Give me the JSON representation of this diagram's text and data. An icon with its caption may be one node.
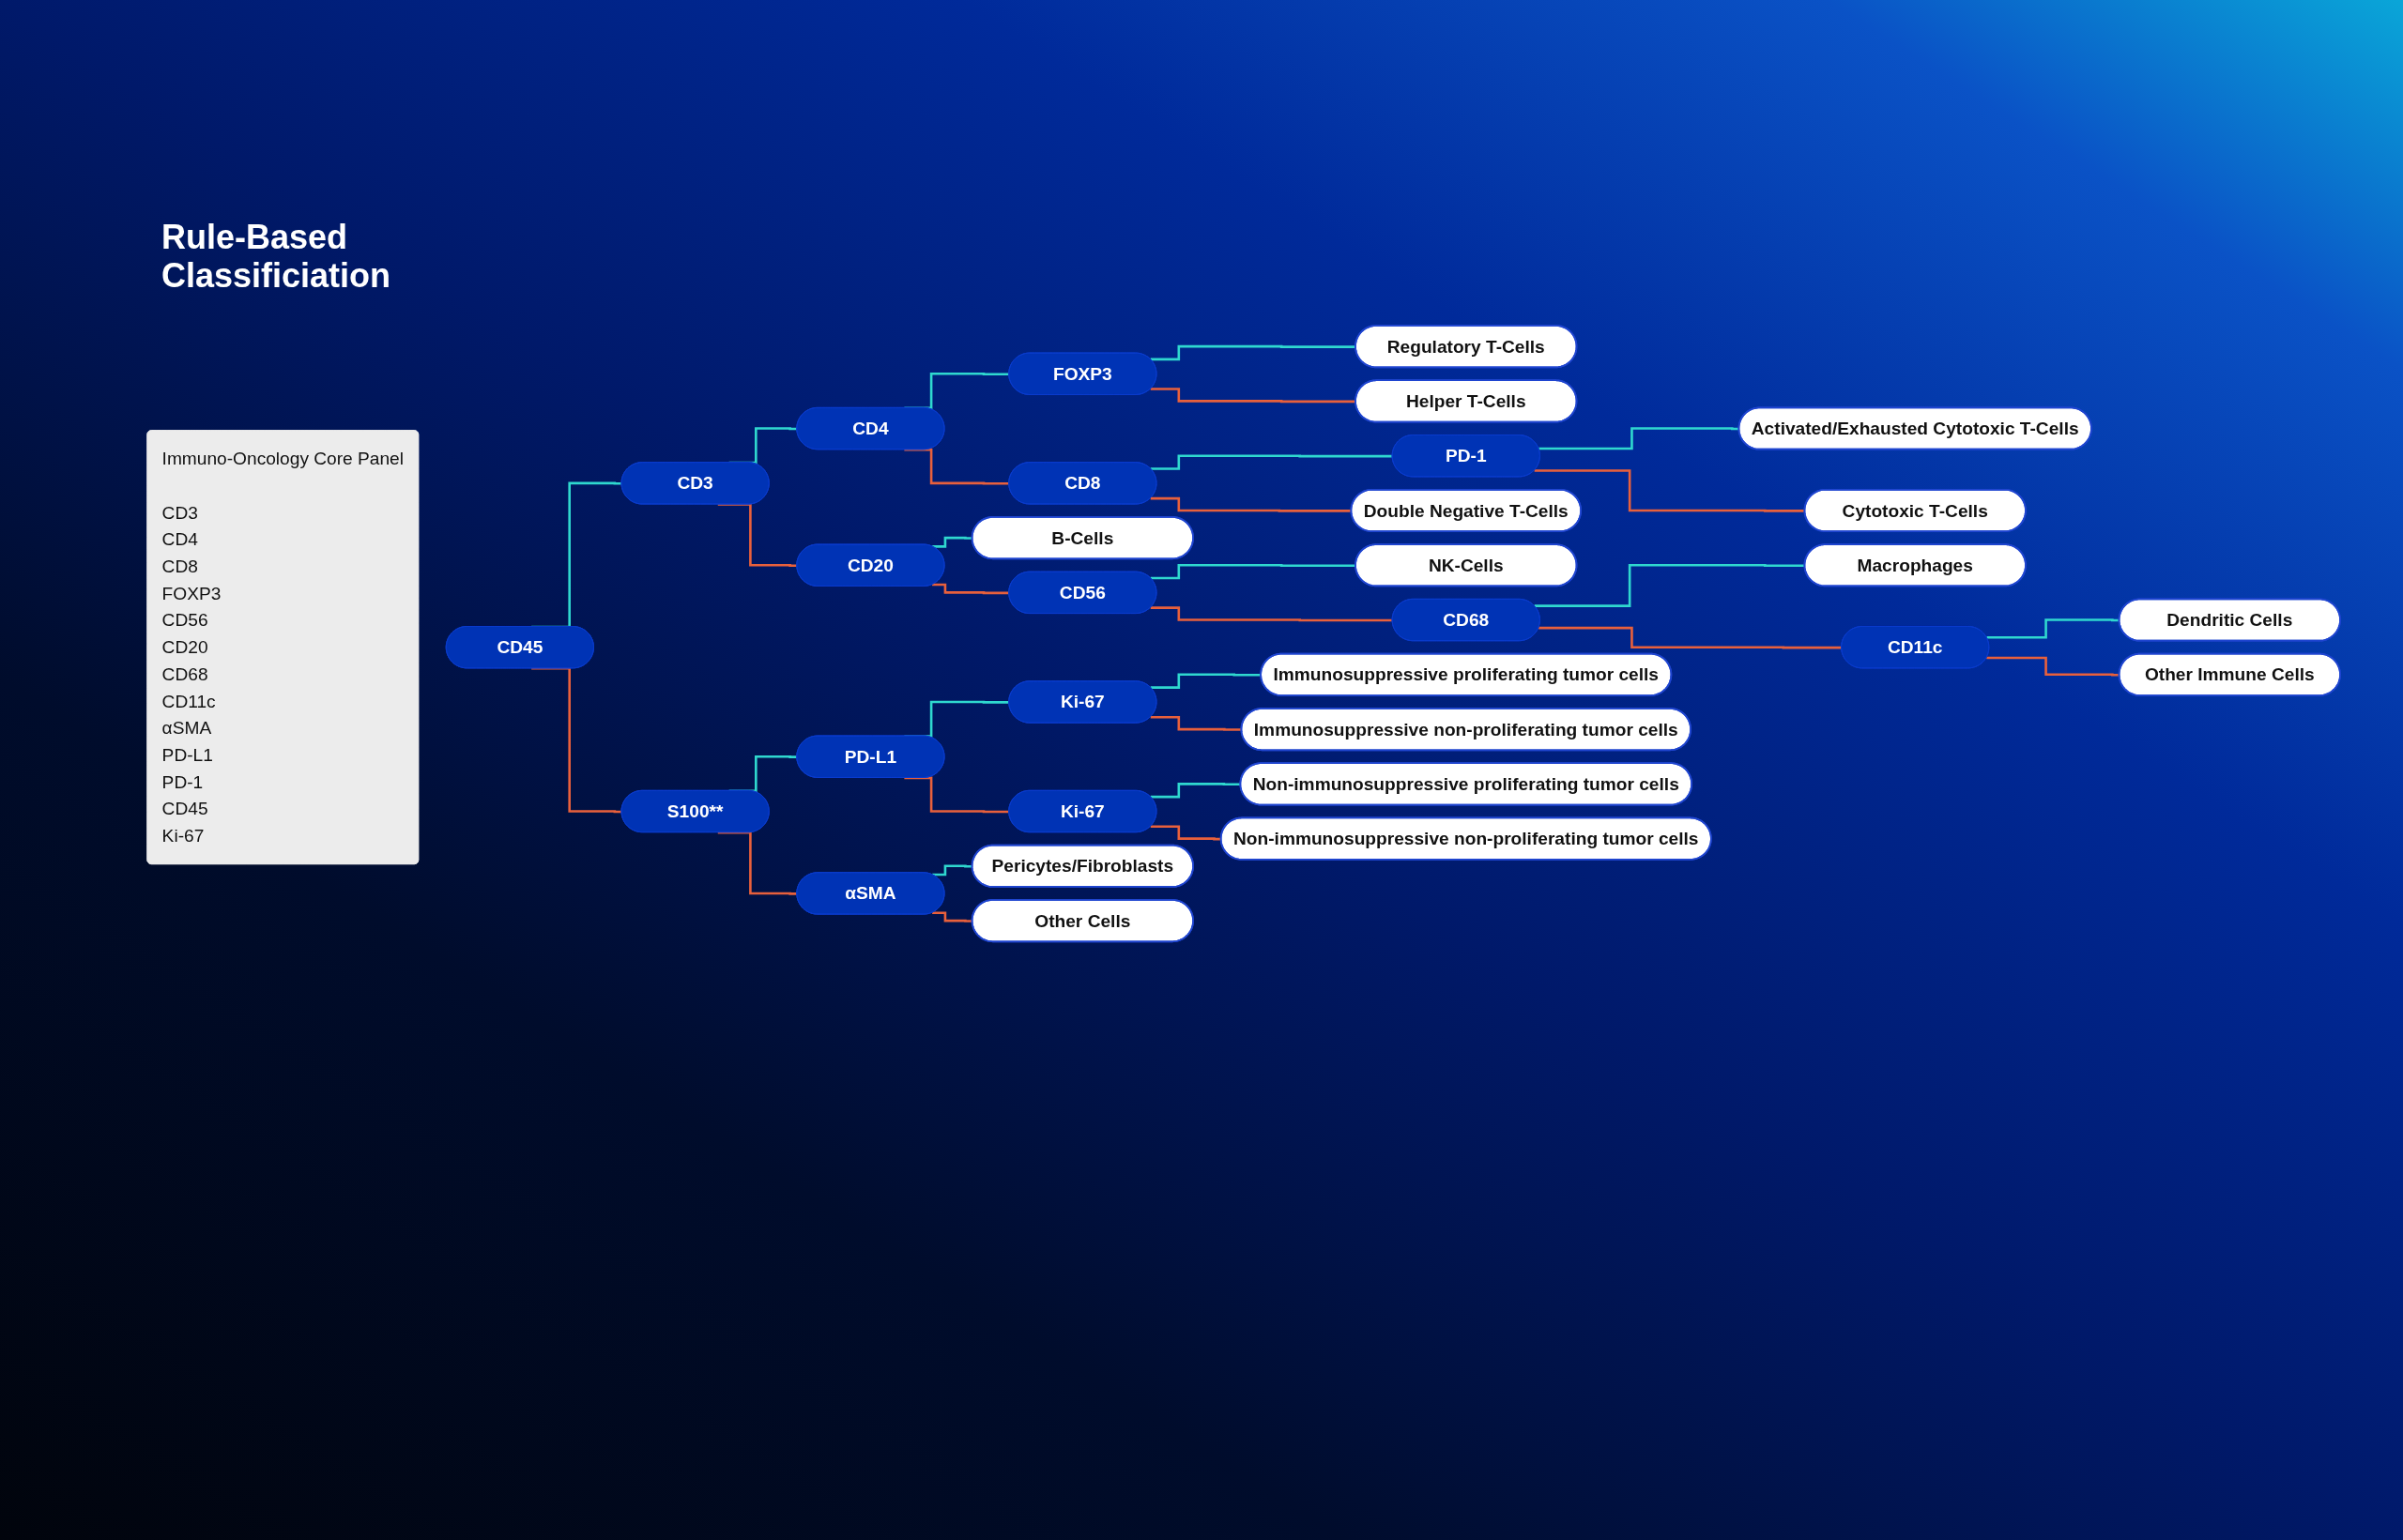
{
  "diagram": {
    "title": "Rule-Based Classificiation",
    "nodes": [
      {
        "text": [
          "Immuno-Oncology Core Panel",
          "CD3",
          "CD4",
          "CD8",
          "FOXP3",
          "CD56",
          "CD20",
          "CD68",
          "CD11c",
          "αSMA",
          "PD-L1",
          "PD-1",
          "CD45",
          "Ki-67"
        ]
      },
      {
        "text": [
          "CD45"
        ]
      },
      {
        "text": [
          "CD3"
        ]
      },
      {
        "text": [
          "CD4"
        ]
      },
      {
        "text": [
          "FOXP3"
        ]
      },
      {
        "text": [
          "Regulatory T-Cells"
        ]
      },
      {
        "text": [
          "Helper T-Cells"
        ]
      },
      {
        "text": [
          "CD8"
        ]
      },
      {
        "text": [
          "PD-1"
        ]
      },
      {
        "text": [
          "Activated/Exhausted Cytotoxic T-Cells"
        ]
      },
      {
        "text": [
          "Cytotoxic T-Cells"
        ]
      },
      {
        "text": [
          "Double Negative T-Cells"
        ]
      },
      {
        "text": [
          "CD20"
        ]
      },
      {
        "text": [
          "B-Cells"
        ]
      },
      {
        "text": [
          "CD56"
        ]
      },
      {
        "text": [
          "NK-Cells"
        ]
      },
      {
        "text": [
          "CD68"
        ]
      },
      {
        "text": [
          "Macrophages"
        ]
      },
      {
        "text": [
          "CD11c"
        ]
      },
      {
        "text": [
          "Dendritic Cells"
        ]
      },
      {
        "text": [
          "Other Immune Cells"
        ]
      },
      {
        "text": [
          "S100**"
        ]
      },
      {
        "text": [
          "PD-L1"
        ]
      },
      {
        "text": [
          "Ki-67"
        ]
      },
      {
        "text": [
          "Immunosuppressive proliferating tumor cells"
        ]
      },
      {
        "text": [
          "Immunosuppressive non-proliferating tumor cells"
        ]
      },
      {
        "text": [
          "Ki-67"
        ]
      },
      {
        "text": [
          "Non-immunosuppressive proliferating tumor cells"
        ]
      },
      {
        "text": [
          "Non-immunosuppressive non-proliferating tumor cells"
        ]
      },
      {
        "text": [
          "αSMA"
        ]
      },
      {
        "text": [
          "Pericytes/Fibroblasts"
        ]
      },
      {
        "text": [
          "Other Cells"
        ]
      }
    ],
    "edges": [
      {
        "from": 1,
        "to": 2,
        "arrow": "none",
        "color": "#2fd8cf"
      },
      {
        "from": 1,
        "to": 21,
        "arrow": "none",
        "color": "#e8603c"
      },
      {
        "from": 2,
        "to": 3,
        "arrow": "none",
        "color": "#2fd8cf"
      },
      {
        "from": 2,
        "to": 12,
        "arrow": "none",
        "color": "#e8603c"
      },
      {
        "from": 3,
        "to": 4,
        "arrow": "none",
        "color": "#2fd8cf"
      },
      {
        "from": 3,
        "to": 7,
        "arrow": "none",
        "color": "#e8603c"
      },
      {
        "from": 4,
        "to": 5,
        "arrow": "none",
        "color": "#2fd8cf"
      },
      {
        "from": 4,
        "to": 6,
        "arrow": "none",
        "color": "#e8603c"
      },
      {
        "from": 7,
        "to": 8,
        "arrow": "none",
        "color": "#2fd8cf"
      },
      {
        "from": 7,
        "to": 11,
        "arrow": "none",
        "color": "#e8603c"
      },
      {
        "from": 8,
        "to": 9,
        "arrow": "none",
        "color": "#2fd8cf"
      },
      {
        "from": 8,
        "to": 10,
        "arrow": "none",
        "color": "#e8603c"
      },
      {
        "from": 12,
        "to": 13,
        "arrow": "none",
        "color": "#2fd8cf"
      },
      {
        "from": 12,
        "to": 14,
        "arrow": "none",
        "color": "#e8603c"
      },
      {
        "from": 14,
        "to": 15,
        "arrow": "none",
        "color": "#2fd8cf"
      },
      {
        "from": 14,
        "to": 16,
        "arrow": "none",
        "color": "#e8603c"
      },
      {
        "from": 16,
        "to": 17,
        "arrow": "none",
        "color": "#2fd8cf"
      },
      {
        "from": 16,
        "to": 18,
        "arrow": "none",
        "color": "#e8603c"
      },
      {
        "from": 18,
        "to": 19,
        "arrow": "none",
        "color": "#2fd8cf"
      },
      {
        "from": 18,
        "to": 20,
        "arrow": "none",
        "color": "#e8603c"
      },
      {
        "from": 21,
        "to": 22,
        "arrow": "none",
        "color": "#2fd8cf"
      },
      {
        "from": 21,
        "to": 29,
        "arrow": "none",
        "color": "#e8603c"
      },
      {
        "from": 22,
        "to": 23,
        "arrow": "none",
        "color": "#2fd8cf"
      },
      {
        "from": 22,
        "to": 26,
        "arrow": "none",
        "color": "#e8603c"
      },
      {
        "from": 23,
        "to": 24,
        "arrow": "none",
        "color": "#2fd8cf"
      },
      {
        "from": 23,
        "to": 25,
        "arrow": "none",
        "color": "#e8603c"
      },
      {
        "from": 26,
        "to": 27,
        "arrow": "none",
        "color": "#2fd8cf"
      },
      {
        "from": 26,
        "to": 28,
        "arrow": "none",
        "color": "#e8603c"
      },
      {
        "from": 29,
        "to": 30,
        "arrow": "none",
        "color": "#2fd8cf"
      },
      {
        "from": 29,
        "to": 31,
        "arrow": "none",
        "color": "#e8603c"
      }
    ]
  }
}
